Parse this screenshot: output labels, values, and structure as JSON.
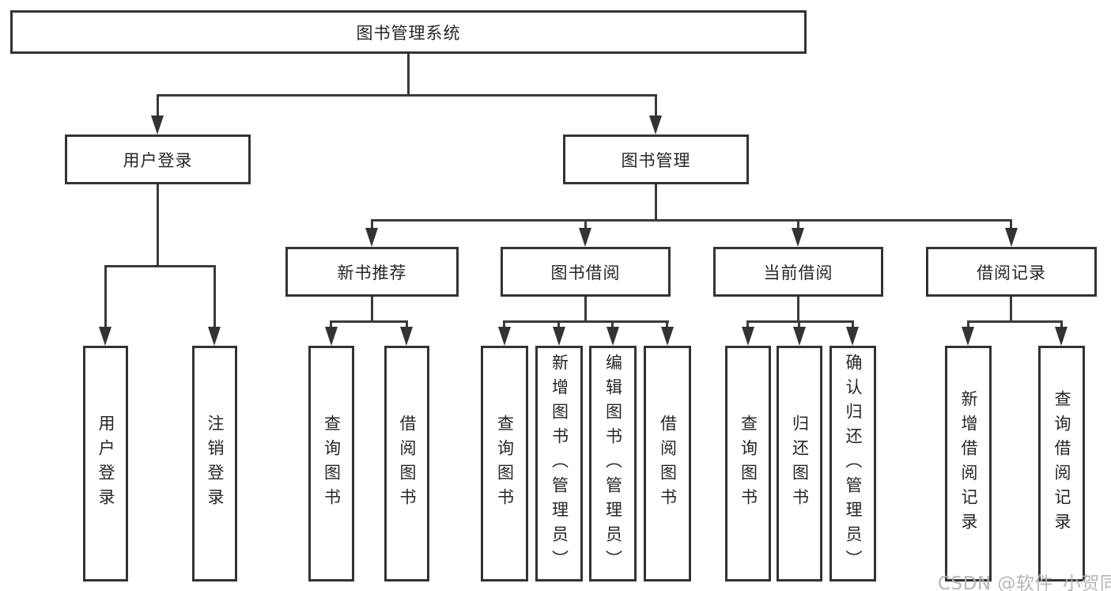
{
  "diagram": {
    "type": "tree",
    "title": "图书管理系统",
    "root": {
      "label": "图书管理系统"
    },
    "branches": [
      {
        "label": "用户登录",
        "children": [
          {
            "label": "用户登录"
          },
          {
            "label": "注销登录"
          }
        ]
      },
      {
        "label": "图书管理",
        "children": [
          {
            "label": "新书推荐",
            "children": [
              {
                "label": "查询图书"
              },
              {
                "label": "借阅图书"
              }
            ]
          },
          {
            "label": "图书借阅",
            "children": [
              {
                "label": "查询图书"
              },
              {
                "label": "新增图书（管理员）"
              },
              {
                "label": "编辑图书（管理员）"
              },
              {
                "label": "借阅图书"
              }
            ]
          },
          {
            "label": "当前借阅",
            "children": [
              {
                "label": "查询图书"
              },
              {
                "label": "归还图书"
              },
              {
                "label": "确认归还（管理员）"
              }
            ]
          },
          {
            "label": "借阅记录",
            "children": [
              {
                "label": "新增借阅记录"
              },
              {
                "label": "查询借阅记录"
              }
            ]
          }
        ]
      }
    ],
    "colors": {
      "line": "#333333",
      "text": "#262626",
      "background": "#ffffff",
      "watermark": "#b2b2b2"
    }
  },
  "watermark": {
    "text": "CSDN @软件_小贺同学"
  }
}
